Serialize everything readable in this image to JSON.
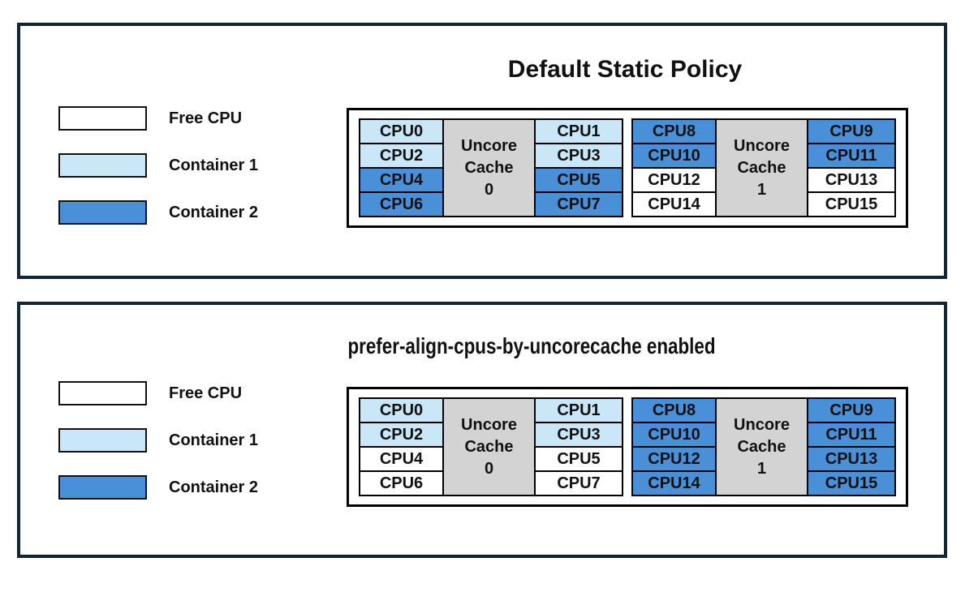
{
  "colors": {
    "free_cpu": "#ffffff",
    "container1": "#c9e7f6",
    "container2": "#4a90d9",
    "uncore_cache": "#d3d3d3",
    "panel_border": "#0e2636"
  },
  "legend": [
    {
      "label": "Free CPU",
      "state": "free"
    },
    {
      "label": "Container 1",
      "state": "container1"
    },
    {
      "label": "Container 2",
      "state": "container2"
    }
  ],
  "panels": [
    {
      "title": "Default Static Policy",
      "groups": [
        {
          "cache_lines": [
            "Uncore",
            "Cache",
            "0"
          ],
          "left": [
            {
              "label": "CPU0",
              "state": "container1"
            },
            {
              "label": "CPU2",
              "state": "container1"
            },
            {
              "label": "CPU4",
              "state": "container2"
            },
            {
              "label": "CPU6",
              "state": "container2"
            }
          ],
          "right": [
            {
              "label": "CPU1",
              "state": "container1"
            },
            {
              "label": "CPU3",
              "state": "container1"
            },
            {
              "label": "CPU5",
              "state": "container2"
            },
            {
              "label": "CPU7",
              "state": "container2"
            }
          ]
        },
        {
          "cache_lines": [
            "Uncore",
            "Cache",
            "1"
          ],
          "left": [
            {
              "label": "CPU8",
              "state": "container2"
            },
            {
              "label": "CPU10",
              "state": "container2"
            },
            {
              "label": "CPU12",
              "state": "free"
            },
            {
              "label": "CPU14",
              "state": "free"
            }
          ],
          "right": [
            {
              "label": "CPU9",
              "state": "container2"
            },
            {
              "label": "CPU11",
              "state": "container2"
            },
            {
              "label": "CPU13",
              "state": "free"
            },
            {
              "label": "CPU15",
              "state": "free"
            }
          ]
        }
      ]
    },
    {
      "title": "prefer-align-cpus-by-uncorecache enabled",
      "groups": [
        {
          "cache_lines": [
            "Uncore",
            "Cache",
            "0"
          ],
          "left": [
            {
              "label": "CPU0",
              "state": "container1"
            },
            {
              "label": "CPU2",
              "state": "container1"
            },
            {
              "label": "CPU4",
              "state": "free"
            },
            {
              "label": "CPU6",
              "state": "free"
            }
          ],
          "right": [
            {
              "label": "CPU1",
              "state": "container1"
            },
            {
              "label": "CPU3",
              "state": "container1"
            },
            {
              "label": "CPU5",
              "state": "free"
            },
            {
              "label": "CPU7",
              "state": "free"
            }
          ]
        },
        {
          "cache_lines": [
            "Uncore",
            "Cache",
            "1"
          ],
          "left": [
            {
              "label": "CPU8",
              "state": "container2"
            },
            {
              "label": "CPU10",
              "state": "container2"
            },
            {
              "label": "CPU12",
              "state": "container2"
            },
            {
              "label": "CPU14",
              "state": "container2"
            }
          ],
          "right": [
            {
              "label": "CPU9",
              "state": "container2"
            },
            {
              "label": "CPU11",
              "state": "container2"
            },
            {
              "label": "CPU13",
              "state": "container2"
            },
            {
              "label": "CPU15",
              "state": "container2"
            }
          ]
        }
      ]
    }
  ]
}
